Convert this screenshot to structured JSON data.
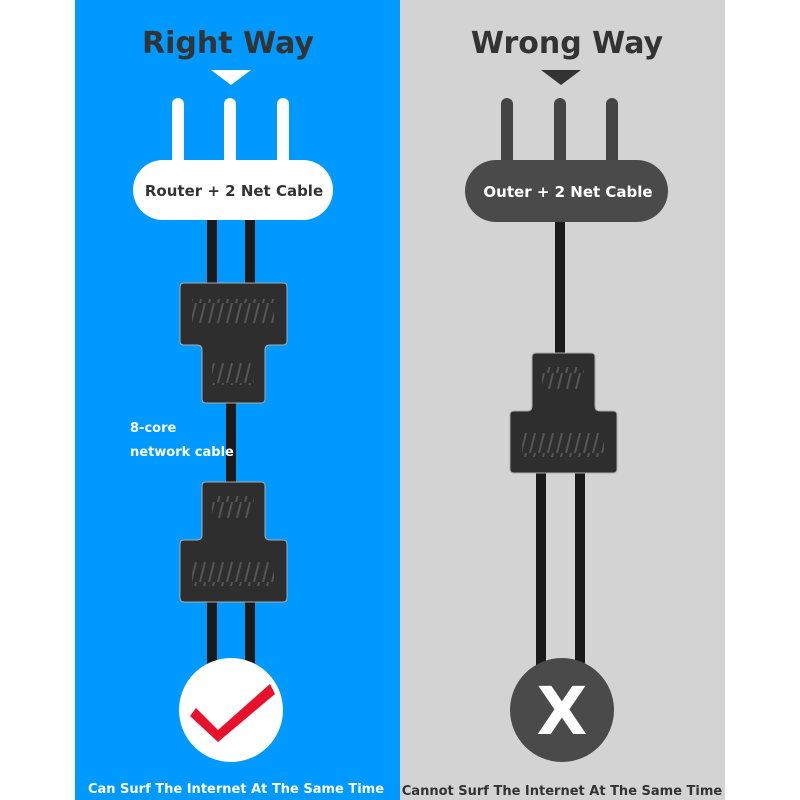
{
  "colors": {
    "right_bg": "#0099ff",
    "wrong_bg": "#d3d3d3",
    "plug": "#2e2e2e",
    "check": "#e8102a"
  },
  "right": {
    "title": "Right Way",
    "device_label": "Router + 2 Net Cable",
    "cable_note_line1": "8-core",
    "cable_note_line2": "network cable",
    "result_icon": "check-icon",
    "caption": "Can Surf The Internet At The Same Time"
  },
  "wrong": {
    "title": "Wrong Way",
    "device_label": "Outer + 2 Net Cable",
    "result_icon": "x-icon",
    "result_glyph": "X",
    "caption": "Cannot Surf The Internet At The Same Time"
  }
}
